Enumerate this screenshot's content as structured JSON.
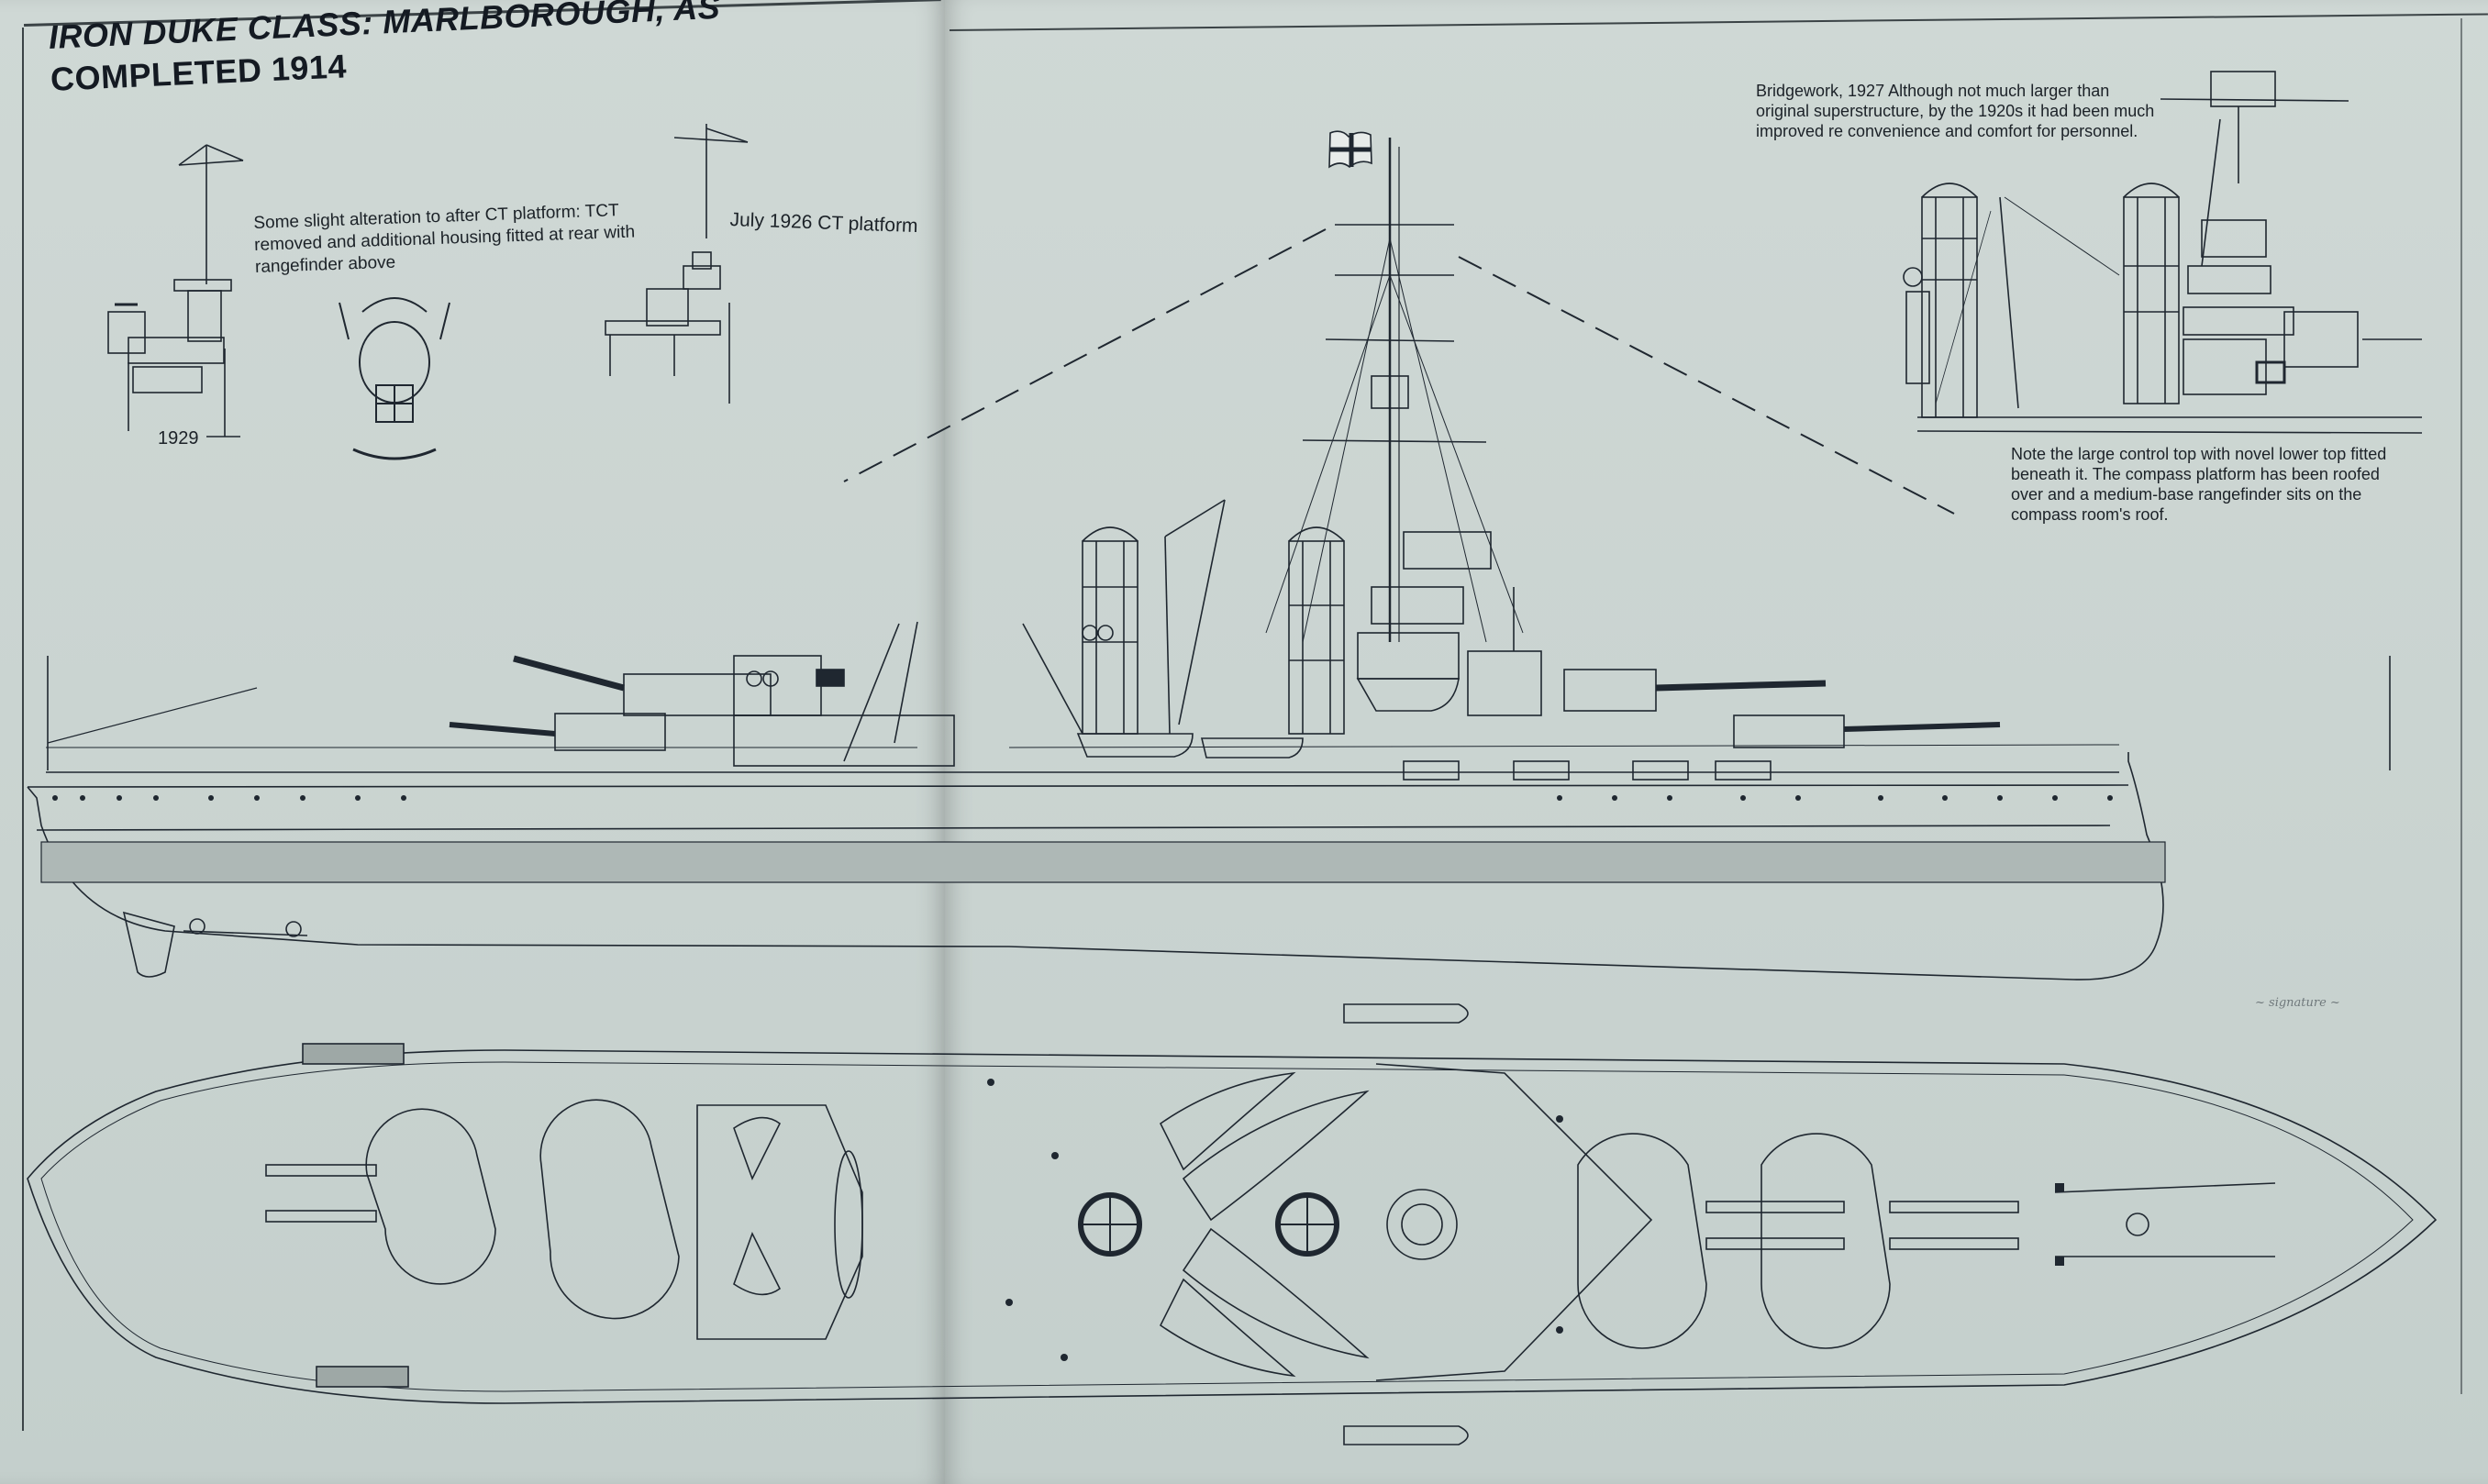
{
  "book_spread": {
    "left_page": {
      "title": {
        "line1_italic": "IRON DUKE CLASS:",
        "line1_name": "MARLBOROUGH, AS",
        "line2": "COMPLETED 1914"
      },
      "captions": {
        "after_ct": "Some slight alteration to after CT platform: TCT removed and additional housing fitted at rear with rangefinder above",
        "july_1926": "July 1926 CT platform",
        "year_1929": "1929"
      },
      "figures": [
        "1929 after CT platform detail",
        "ship crest",
        "July 1926 CT platform detail",
        "profile view (stern half)",
        "plan view (stern half)"
      ]
    },
    "right_page": {
      "captions": {
        "bridgework": "Bridgework, 1927  Although not much larger than original superstructure, by the 1920s it had been much improved re convenience and comfort for personnel.",
        "note": "Note the large control top with novel lower top fitted beneath it. The compass platform has been roofed over and a medium-base rangefinder sits on the compass room's roof.",
        "signature": "~ signature ~"
      },
      "figures": [
        "1927 bridgework detail",
        "profile view (bow half) with mainmast and flag",
        "plan view (bow half)"
      ]
    },
    "colors": {
      "paper": "#cdd6d3",
      "ink": "#1f2730",
      "gutter_shadow": "#9aa6a3"
    }
  }
}
